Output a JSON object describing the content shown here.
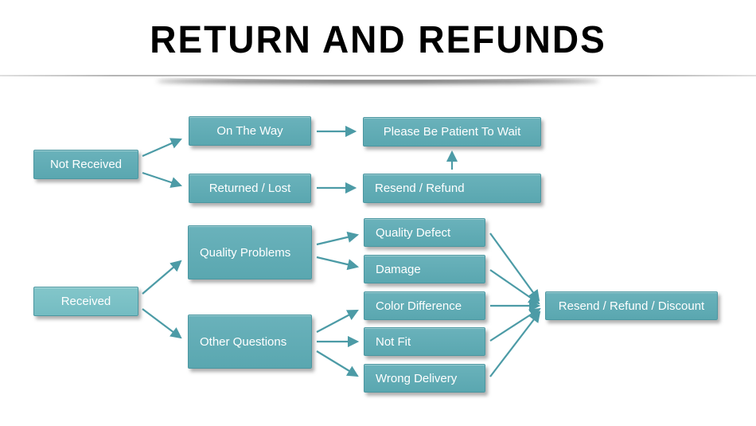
{
  "page": {
    "title": "RETURN AND REFUNDS"
  },
  "colors": {
    "box_fill": "#5aa7b0",
    "box_fill_light": "#74bcc2",
    "box_border": "#4b97a1",
    "arrow": "#4c9ba6",
    "box_text": "#ffffff",
    "title_text": "#000000"
  },
  "nodes": [
    {
      "id": "not-received",
      "label": "Not Received"
    },
    {
      "id": "on-the-way",
      "label": "On The Way"
    },
    {
      "id": "returned-lost",
      "label": "Returned / Lost"
    },
    {
      "id": "please-be-patient-to-wait",
      "label": "Please Be Patient To Wait"
    },
    {
      "id": "resend-refund",
      "label": "Resend / Refund"
    },
    {
      "id": "received",
      "label": "Received"
    },
    {
      "id": "quality-problems",
      "label": "Quality Problems"
    },
    {
      "id": "other-questions",
      "label": "Other Questions"
    },
    {
      "id": "quality-defect",
      "label": "Quality Defect"
    },
    {
      "id": "damage",
      "label": "Damage"
    },
    {
      "id": "color-difference",
      "label": "Color Difference"
    },
    {
      "id": "not-fit",
      "label": "Not Fit"
    },
    {
      "id": "wrong-delivery",
      "label": "Wrong Delivery"
    },
    {
      "id": "resend-refund-discount",
      "label": "Resend / Refund / Discount"
    }
  ],
  "edges": [
    {
      "from": "not-received",
      "to": "on-the-way"
    },
    {
      "from": "not-received",
      "to": "returned-lost"
    },
    {
      "from": "on-the-way",
      "to": "please-be-patient-to-wait"
    },
    {
      "from": "returned-lost",
      "to": "resend-refund"
    },
    {
      "from": "resend-refund",
      "to": "please-be-patient-to-wait"
    },
    {
      "from": "received",
      "to": "quality-problems"
    },
    {
      "from": "received",
      "to": "other-questions"
    },
    {
      "from": "quality-problems",
      "to": "quality-defect"
    },
    {
      "from": "quality-problems",
      "to": "damage"
    },
    {
      "from": "other-questions",
      "to": "color-difference"
    },
    {
      "from": "other-questions",
      "to": "not-fit"
    },
    {
      "from": "other-questions",
      "to": "wrong-delivery"
    },
    {
      "from": "quality-defect",
      "to": "resend-refund-discount"
    },
    {
      "from": "damage",
      "to": "resend-refund-discount"
    },
    {
      "from": "color-difference",
      "to": "resend-refund-discount"
    },
    {
      "from": "not-fit",
      "to": "resend-refund-discount"
    },
    {
      "from": "wrong-delivery",
      "to": "resend-refund-discount"
    }
  ]
}
